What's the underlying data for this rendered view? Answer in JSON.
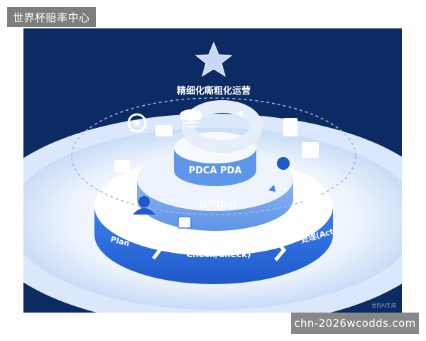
{
  "header": {
    "site_badge": "世界杯赔率中心"
  },
  "footer": {
    "domain_badge": "chn-2026wcodds.com"
  },
  "figure": {
    "title": "精细化嘶粗化运营",
    "top_tier_label": "PDCA PDA",
    "middle_tier_label": "执行(Do)",
    "base_labels": {
      "plan": "Plan",
      "check": "Check/Check)",
      "act": "处理(Act)"
    },
    "watermark": "豆包AI生成",
    "colors": {
      "background": "#0c2b63",
      "accent_blue": "#2d6fe0",
      "ring_light": "#eaf1fc"
    }
  }
}
